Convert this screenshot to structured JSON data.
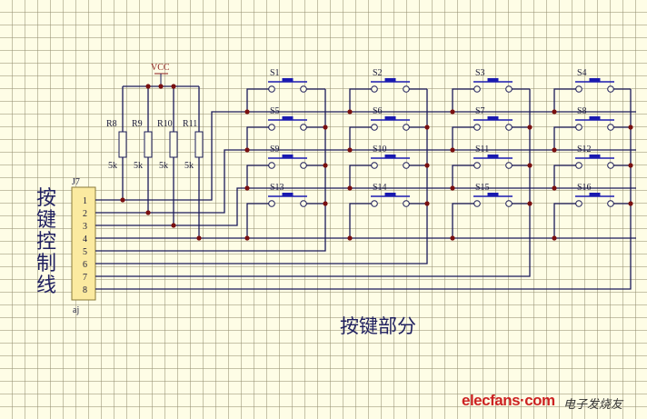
{
  "title_vertical": "按键控制线",
  "section_title": "按键部分",
  "power_label": "VCC",
  "connector": {
    "designator": "J7",
    "footprint": "aj",
    "pins": [
      "1",
      "2",
      "3",
      "4",
      "5",
      "6",
      "7",
      "8"
    ]
  },
  "resistors": [
    {
      "designator": "R8",
      "value": "5k"
    },
    {
      "designator": "R9",
      "value": "5k"
    },
    {
      "designator": "R10",
      "value": "5k"
    },
    {
      "designator": "R11",
      "value": "5k"
    }
  ],
  "switches": [
    [
      "S1",
      "S2",
      "S3",
      "S4"
    ],
    [
      "S5",
      "S6",
      "S7",
      "S8"
    ],
    [
      "S9",
      "S10",
      "S11",
      "S12"
    ],
    [
      "S13",
      "S14",
      "S15",
      "S16"
    ]
  ],
  "watermark": {
    "brand": "elecfans",
    "dot": "·",
    "tld": "com",
    "chinese": "电子发烧友"
  },
  "colors": {
    "wire": "#1a1a5a",
    "switch_bar": "#1a1ab0",
    "junction": "#7a1010",
    "connector_fill": "#fbeaa0",
    "grid": "#968f73",
    "background": "#fefde6"
  }
}
